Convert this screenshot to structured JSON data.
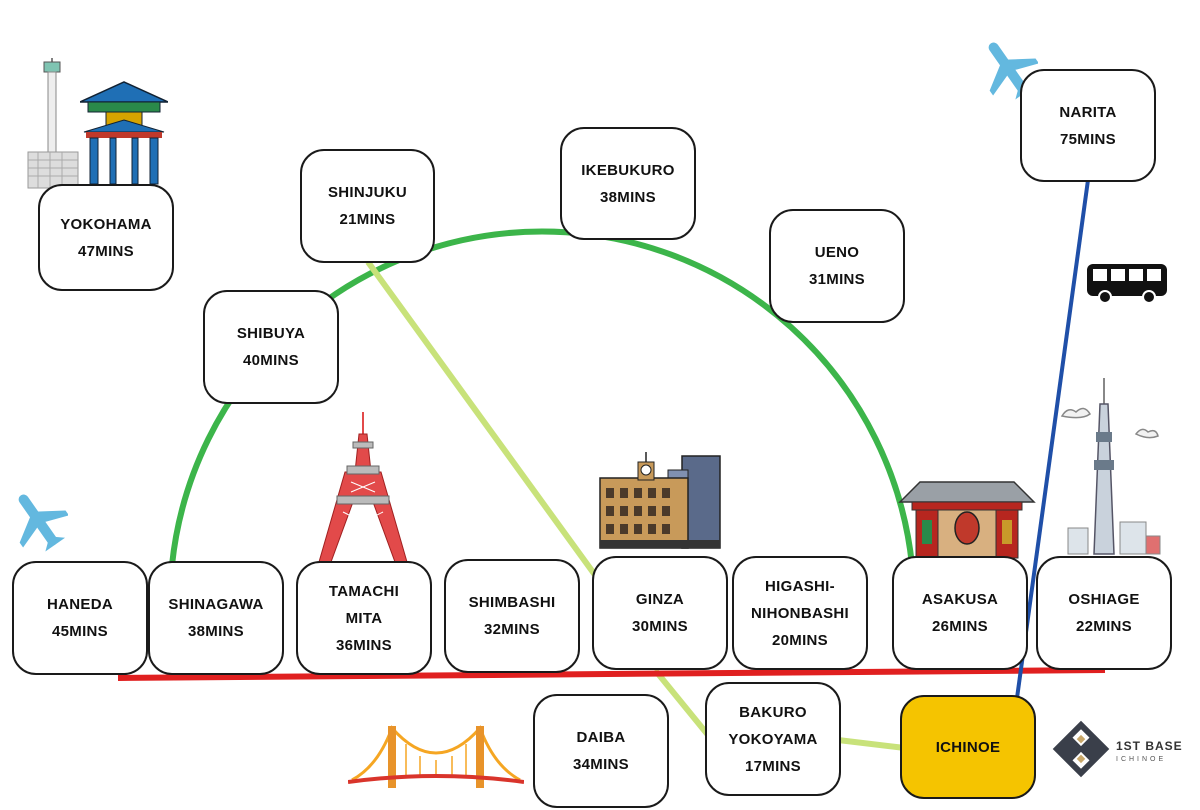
{
  "stations": {
    "yokohama": {
      "name": "YOKOHAMA",
      "time": "47MINS"
    },
    "shinjuku": {
      "name": "SHINJUKU",
      "time": "21MINS"
    },
    "ikebukuro": {
      "name": "IKEBUKURO",
      "time": "38MINS"
    },
    "ueno": {
      "name": "UENO",
      "time": "31MINS"
    },
    "narita": {
      "name": "NARITA",
      "time": "75MINS"
    },
    "shibuya": {
      "name": "SHIBUYA",
      "time": "40MINS"
    },
    "haneda": {
      "name": "HANEDA",
      "time": "45MINS"
    },
    "shinagawa": {
      "name": "SHINAGAWA",
      "time": "38MINS"
    },
    "tamachi": {
      "name1": "TAMACHI",
      "name2": "MITA",
      "time": "36MINS"
    },
    "shimbashi": {
      "name": "SHIMBASHI",
      "time": "32MINS"
    },
    "ginza": {
      "name": "GINZA",
      "time": "30MINS"
    },
    "higashi": {
      "name1": "HIGASHI-",
      "name2": "NIHONBASHI",
      "time": "20MINS"
    },
    "asakusa": {
      "name": "ASAKUSA",
      "time": "26MINS"
    },
    "oshiage": {
      "name": "OSHIAGE",
      "time": "22MINS"
    },
    "daiba": {
      "name": "DAIBA",
      "time": "34MINS"
    },
    "bakuro": {
      "name1": "BAKURO",
      "name2": "YOKOYAMA",
      "time": "17MINS"
    },
    "ichinoe": {
      "name": "ICHINOE"
    }
  },
  "logo": {
    "name": "1ST BASE",
    "sub": "ICHINOE"
  },
  "colors": {
    "yamanote_line": "#3cb54a",
    "shinjuku_line": "#c8e27a",
    "asakusa_line": "#e02020",
    "narita_line": "#1f4fa8",
    "destination": "#f5c400"
  },
  "icons": [
    "airplane-icon",
    "bus-icon",
    "yokohama-tower-icon",
    "chinatown-gate-icon",
    "tokyo-tower-icon",
    "ginza-building-icon",
    "kaminarimon-gate-icon",
    "skytree-icon",
    "rainbow-bridge-icon",
    "logo-mark-icon"
  ]
}
